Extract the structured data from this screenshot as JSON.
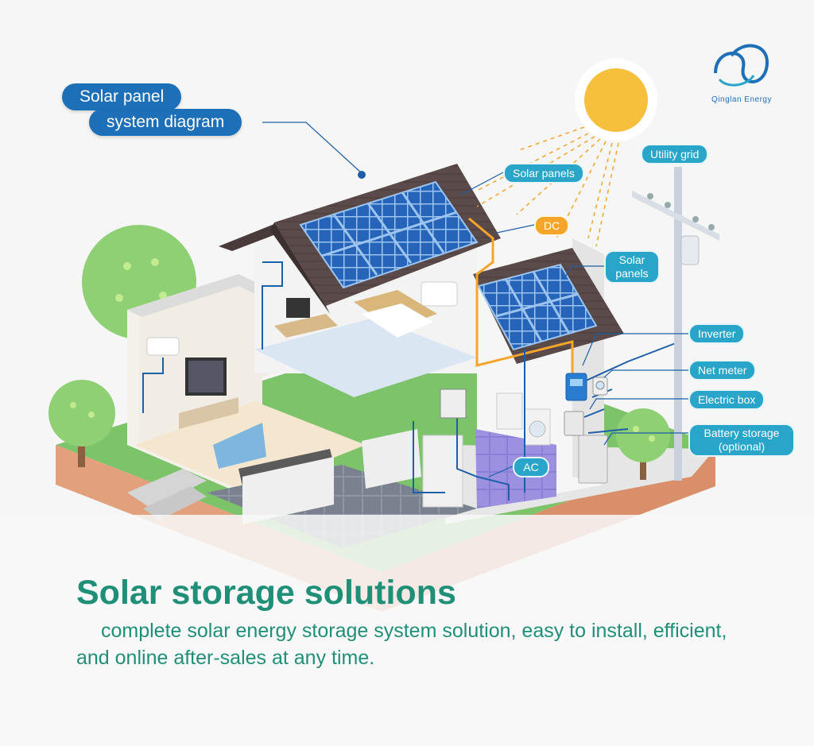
{
  "brand": {
    "name": "Qinglan Energy",
    "logo_icon": "infinity-wave-logo-icon",
    "logo_color": "#1d6fb8"
  },
  "title": {
    "line1": "Solar panel",
    "line2": "system diagram"
  },
  "labels": {
    "solar_panels_top": "Solar panels",
    "dc": "DC",
    "solar_panels_lower_1": "Solar",
    "solar_panels_lower_2": "panels",
    "utility_grid": "Utility grid",
    "inverter": "Inverter",
    "net_meter": "Net meter",
    "electric_box": "Electric box",
    "battery_storage_1": "Battery storage",
    "battery_storage_2": "(optional)",
    "ac": "AC"
  },
  "headline": "Solar storage solutions",
  "subline": "complete solar energy storage system solution, easy to install, efficient, and online after-sales at any time.",
  "colors": {
    "accent_blue": "#1d6fb8",
    "label_teal": "#2aa5ca",
    "dc_orange": "#f4a52a",
    "text_green": "#1f8f78",
    "sun": "#f7c03c",
    "solar_cell": "#2564b8",
    "roof": "#5b4a4a"
  },
  "icons": [
    "sun-icon",
    "house-illustration",
    "utility-pole-icon",
    "tree-icon"
  ]
}
